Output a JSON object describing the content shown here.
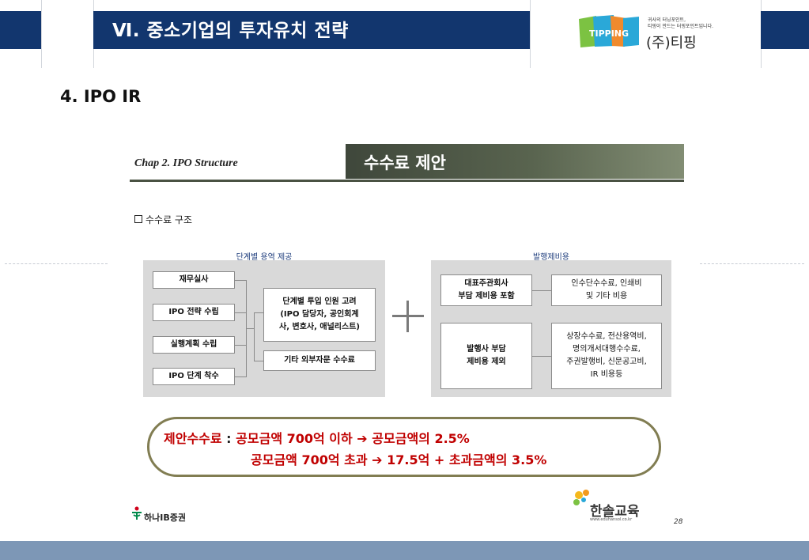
{
  "header": {
    "title": "Ⅵ. 중소기업의 투자유치 전략",
    "logo": {
      "brand": "TIPPING",
      "tagline1": "귀사의 터닝포인트,",
      "tagline2": "티핑이 만드는 터핑포인트입니다.",
      "company": "(주)티핑",
      "colors": [
        "#2aa8d8",
        "#7cc242",
        "#ef8a2d",
        "#e64b3c"
      ]
    }
  },
  "section_heading": "4. IPO IR",
  "slide": {
    "chap_label": "Chap 2. IPO Structure",
    "chap_title": "수수료 제안",
    "sub_heading": "수수료 구조",
    "left_panel": {
      "label": "단계별 용역 제공",
      "stages": [
        "재무실사",
        "IPO 전략 수립",
        "실행계획 수립",
        "IPO 단계 착수"
      ],
      "consider": "단계별 투입 인원 고려\n(IPO 담당자, 공인회계\n사, 변호사, 애널리스트)",
      "other": "기타 외부자문 수수료"
    },
    "plus": "+",
    "right_panel": {
      "label": "발행제비용",
      "row1_left": "대표주관회사\n부담 제비용 포함",
      "row1_right": "인수단수수료, 인쇄비\n및 기타 비용",
      "row2_left": "발행사 부담\n제비용 제외",
      "row2_right": "상장수수료, 전산용역비,\n명의개서대행수수료,\n주권발행비, 신문공고비,\nIR 비용등"
    },
    "fee": {
      "label": "제안수수료",
      "sep": " : ",
      "line1": "공모금액 700억 이하 ➔ 공모금액의 2.5%",
      "line2": "공모금액 700억 초과 ➔ 17.5억 + 초과금액의 3.5%"
    },
    "footer": {
      "left_logo": "하나IB증권",
      "right_logo": "한솔교육",
      "right_url": "www.eduhansol.co.kr",
      "page": "28"
    }
  }
}
